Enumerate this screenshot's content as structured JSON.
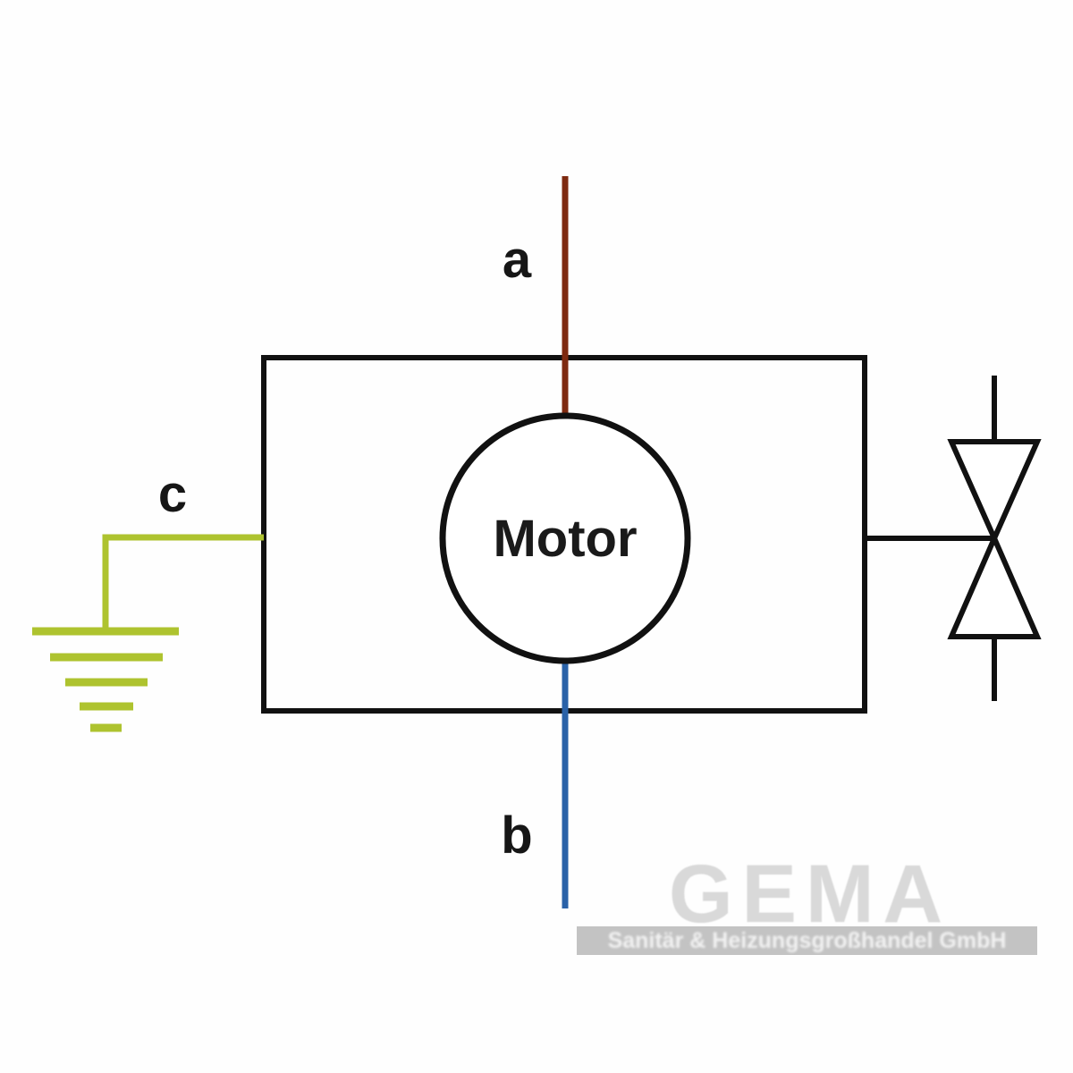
{
  "diagram": {
    "motor_label": "Motor",
    "wire_a_label": "a",
    "wire_b_label": "b",
    "wire_c_label": "c"
  },
  "colors": {
    "outline": "#111111",
    "wire_a": "#7e2a10",
    "wire_b": "#2a62a8",
    "wire_c": "#aec32f"
  },
  "watermark": {
    "brand": "GEMA",
    "subtitle": "Sanitär & Heizungsgroßhandel GmbH"
  }
}
